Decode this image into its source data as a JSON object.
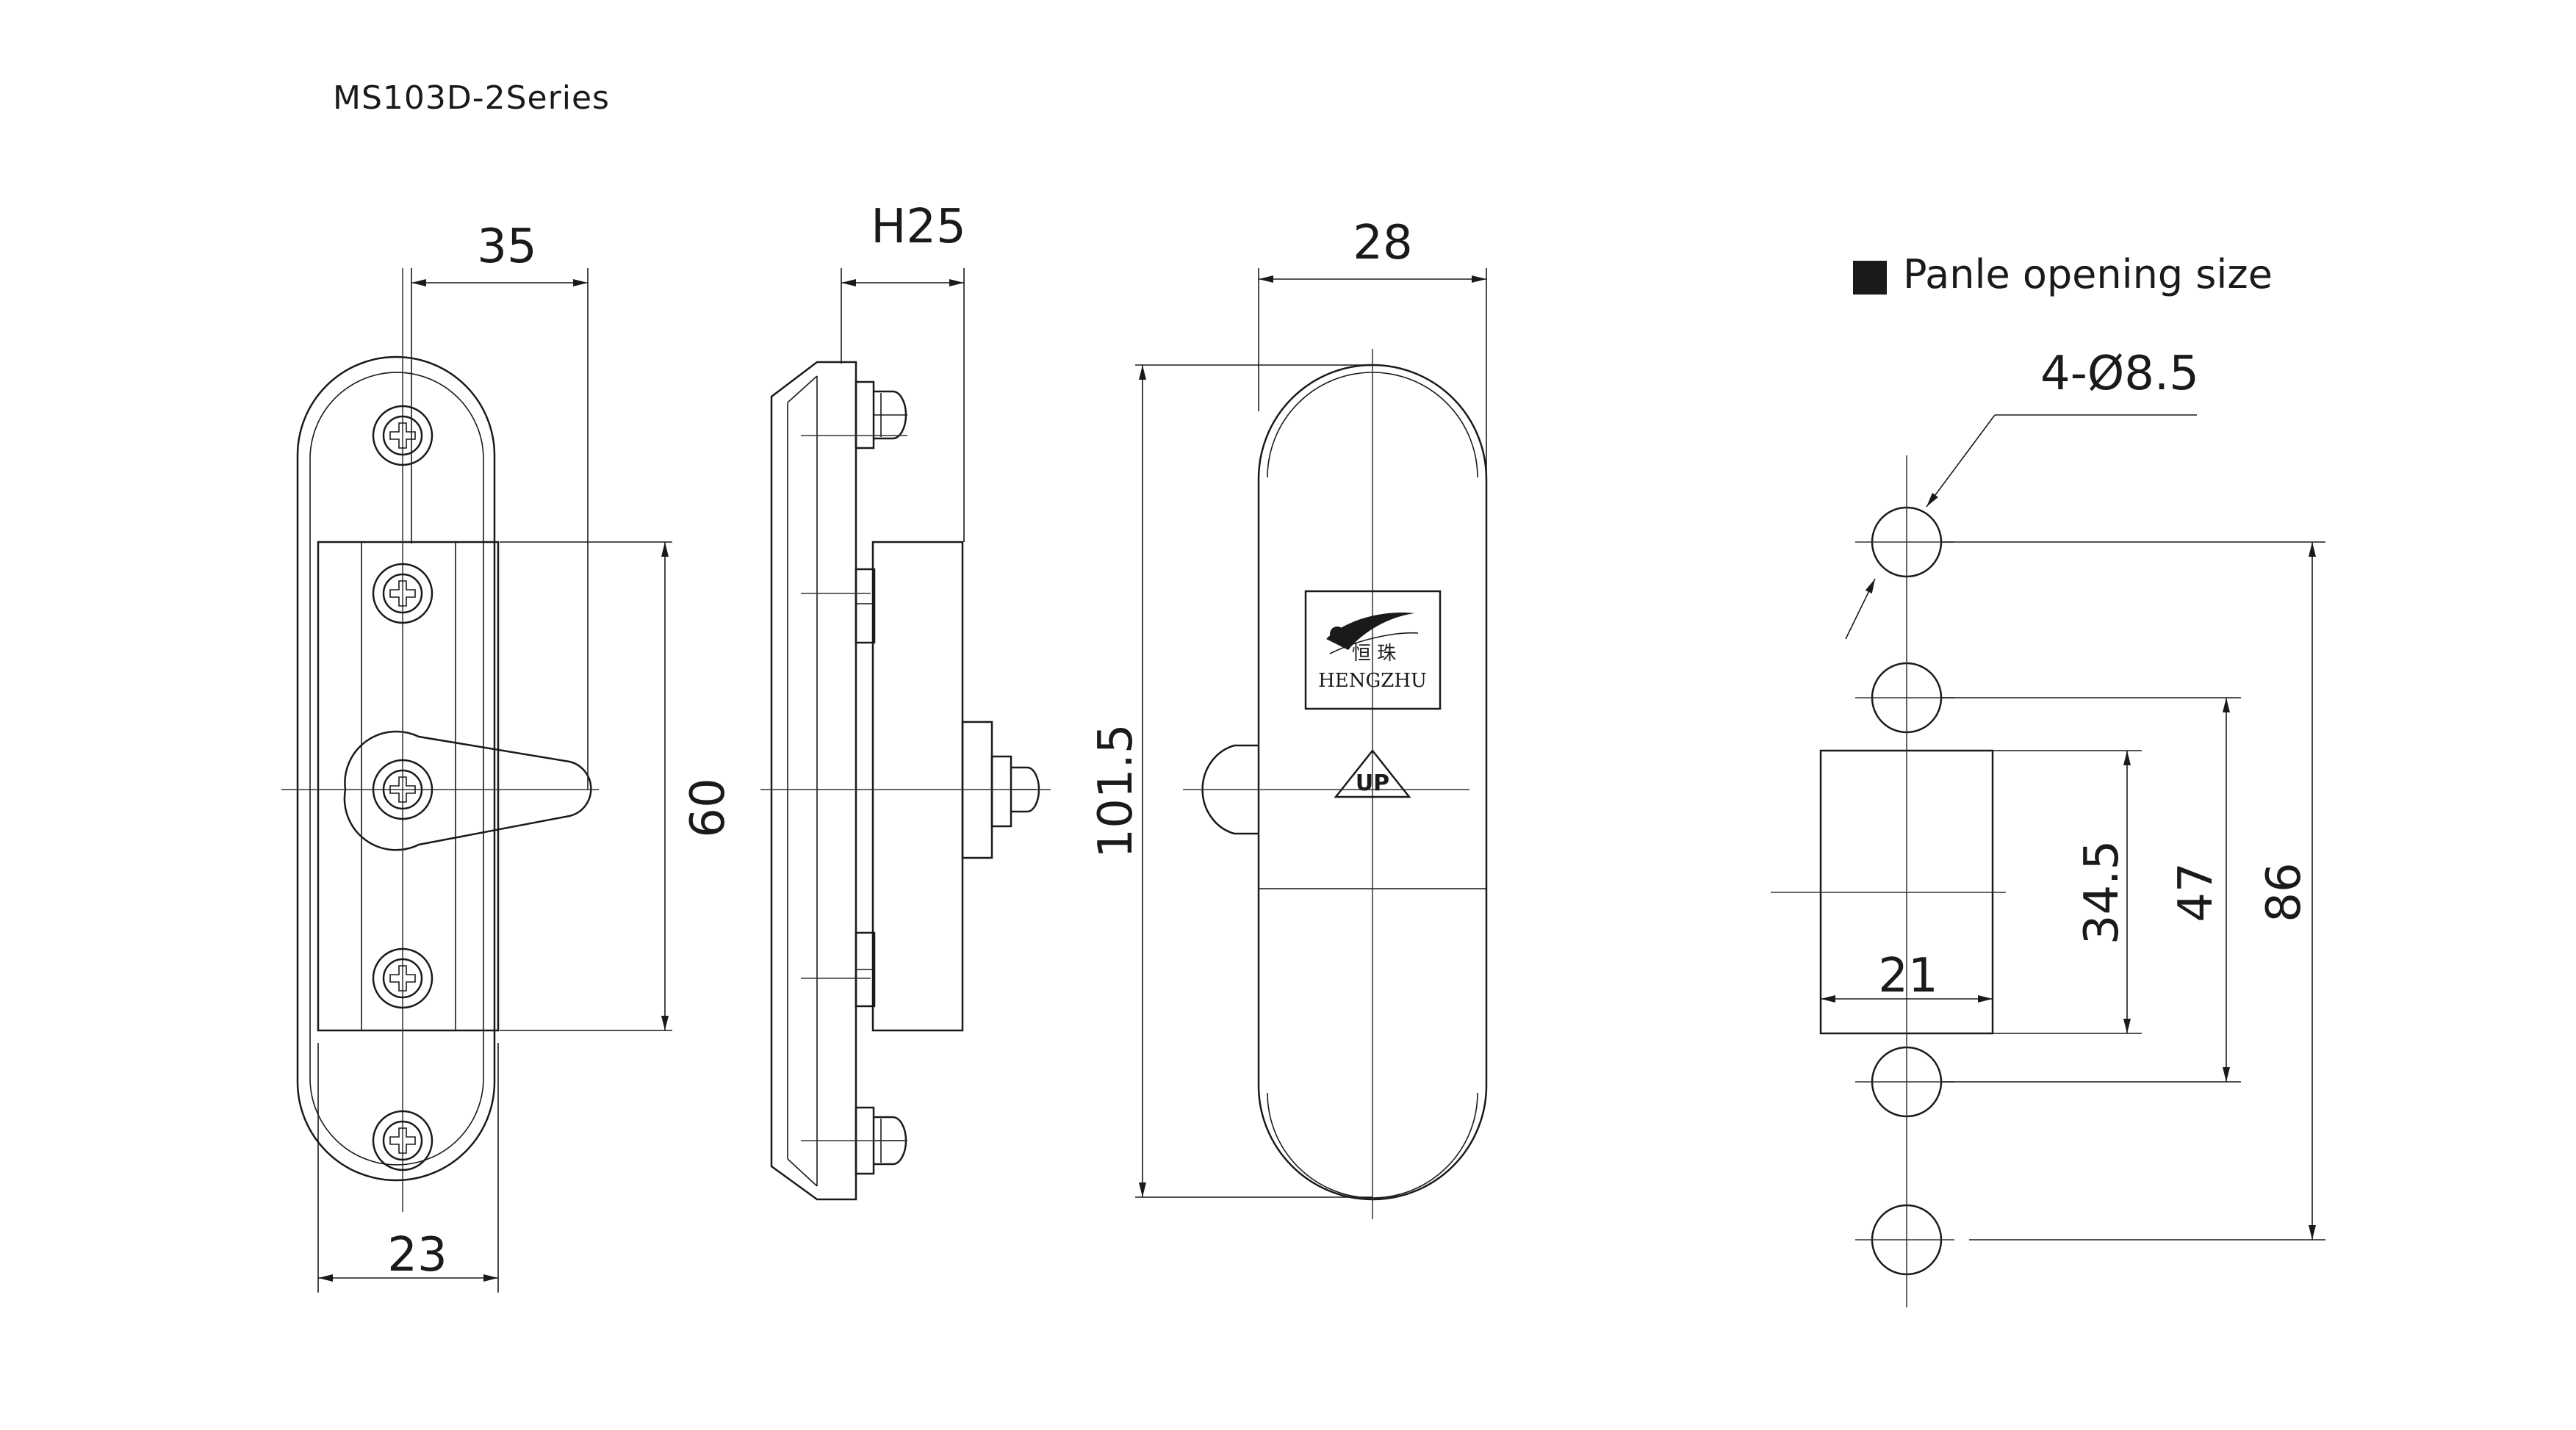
{
  "title": "MS103D-2Series",
  "front_view": {
    "dim_top": "35",
    "dim_bottom": "23",
    "dim_right": "60"
  },
  "side_view": {
    "dim_top": "H25"
  },
  "back_view": {
    "dim_top": "28",
    "dim_left": "101.5",
    "logo_cn": "恒 珠",
    "logo_en": "HENGZHU",
    "up_label": "UP"
  },
  "panel_opening": {
    "legend_label": "Panle opening size",
    "hole_callout": "4-Ø8.5",
    "dim_width": "21",
    "dim_height_inner": "34.5",
    "dim_height_mid": "47",
    "dim_height_outer": "86"
  }
}
